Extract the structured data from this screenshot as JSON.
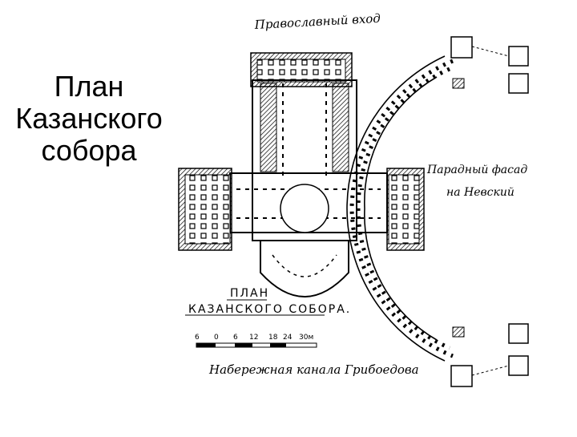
{
  "slide": {
    "title": "План\nКазанского\nсобора"
  },
  "plan": {
    "labels": {
      "north_entrance": "Православный вход",
      "east_facade_line1": "Парадный фасад",
      "east_facade_line2": "на Невский",
      "embankment": "Набережная канала Грибоедова",
      "plan_heading_line1": "ПЛАН",
      "plan_heading_line2": "КАЗАНСКОГО СОБОРА."
    },
    "scale": {
      "ticks": [
        "6",
        "0",
        "6",
        "12",
        "18",
        "24",
        "30м"
      ]
    }
  }
}
